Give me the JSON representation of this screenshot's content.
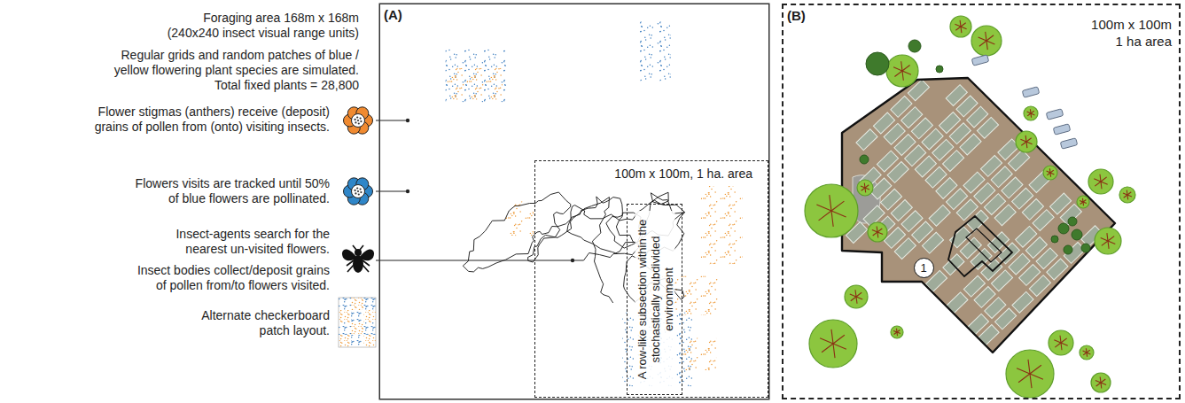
{
  "diagram": {
    "nodes": [
      {
        "text": [
          "(A)"
        ]
      },
      {
        "text": [
          "100m x 100m, 1 ha. area"
        ],
        "in": 0
      },
      {
        "text": [
          "A row-like subsection within the stochastically subdivided environment"
        ],
        "in": 1
      },
      {
        "text": [
          "(B)",
          "100m x 100m 1 ha area"
        ]
      },
      {
        "text": [
          "1"
        ],
        "in": 3
      }
    ],
    "labels": [
      "Foraging area 168m x 168m",
      "(240x240 insect visual range units)",
      "Regular grids and random patches of blue /",
      "yellow flowering plant species are simulated.",
      "Total fixed plants = 28,800",
      "Flower stigmas (anthers) receive (deposit)",
      "grains of pollen from (onto) visiting insects.",
      "Flowers visits are tracked until 50%",
      "of blue flowers are pollinated.",
      "Insect-agents search for the",
      "nearest un-visited flowers.",
      "Insect bodies collect/deposit grains",
      "of pollen from/to flowers visited.",
      "Alternate checkerboard",
      "patch layout."
    ]
  }
}
